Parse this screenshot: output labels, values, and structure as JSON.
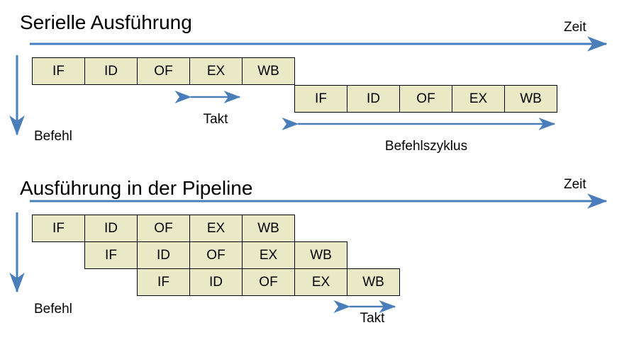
{
  "theme": {
    "arrow_color": "#4a7ebb",
    "box_fill": "#e9e9c6",
    "box_border": "#000000",
    "text_color": "#000000",
    "background": "#ffffff"
  },
  "sections": [
    {
      "id": "serial",
      "title": "Serielle Ausführung",
      "time_axis_label": "Zeit",
      "instruction_axis_label": "Befehl",
      "rows": [
        {
          "cells": [
            "IF",
            "ID",
            "OF",
            "EX",
            "WB"
          ]
        },
        {
          "cells": [
            "IF",
            "ID",
            "OF",
            "EX",
            "WB"
          ]
        }
      ],
      "annotations": [
        {
          "id": "takt",
          "label": "Takt"
        },
        {
          "id": "befehlszyklus",
          "label": "Befehlszyklus"
        }
      ]
    },
    {
      "id": "pipeline",
      "title": "Ausführung in der Pipeline",
      "time_axis_label": "Zeit",
      "instruction_axis_label": "Befehl",
      "rows": [
        {
          "cells": [
            "IF",
            "ID",
            "OF",
            "EX",
            "WB"
          ]
        },
        {
          "cells": [
            "IF",
            "ID",
            "OF",
            "EX",
            "WB"
          ]
        },
        {
          "cells": [
            "IF",
            "ID",
            "OF",
            "EX",
            "WB"
          ]
        }
      ],
      "annotations": [
        {
          "id": "takt",
          "label": "Takt"
        }
      ]
    }
  ]
}
